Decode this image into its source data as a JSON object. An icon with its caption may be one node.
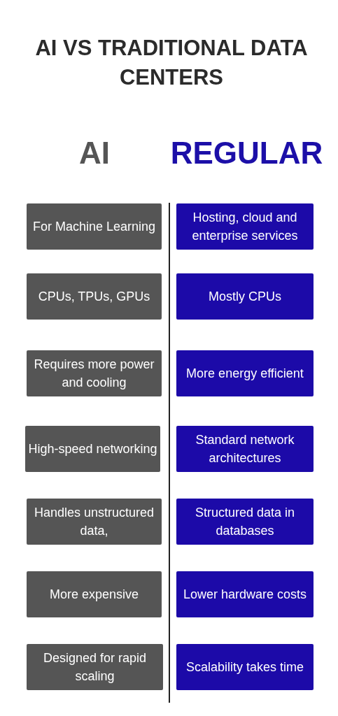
{
  "diagram": {
    "title": "AI VS TRADITIONAL DATA CENTERS",
    "nodes": [
      {
        "text": [
          "For Machine Learning"
        ]
      },
      {
        "text": [
          "Hosting, cloud and enterprise services"
        ]
      },
      {
        "text": [
          "CPUs, TPUs, GPUs"
        ]
      },
      {
        "text": [
          "Mostly CPUs"
        ]
      },
      {
        "text": [
          "Requires more power and cooling"
        ]
      },
      {
        "text": [
          "More energy efficient"
        ]
      },
      {
        "text": [
          "High-speed networking"
        ]
      },
      {
        "text": [
          "Standard network architectures"
        ]
      },
      {
        "text": [
          "Handles unstructured data,"
        ]
      },
      {
        "text": [
          "Structured data in databases"
        ]
      },
      {
        "text": [
          "More expensive"
        ]
      },
      {
        "text": [
          "Lower hardware costs"
        ]
      },
      {
        "text": [
          "Designed for rapid scaling"
        ]
      },
      {
        "text": [
          "Scalability takes time"
        ]
      }
    ],
    "labels": [
      "AI",
      "REGULAR"
    ]
  }
}
